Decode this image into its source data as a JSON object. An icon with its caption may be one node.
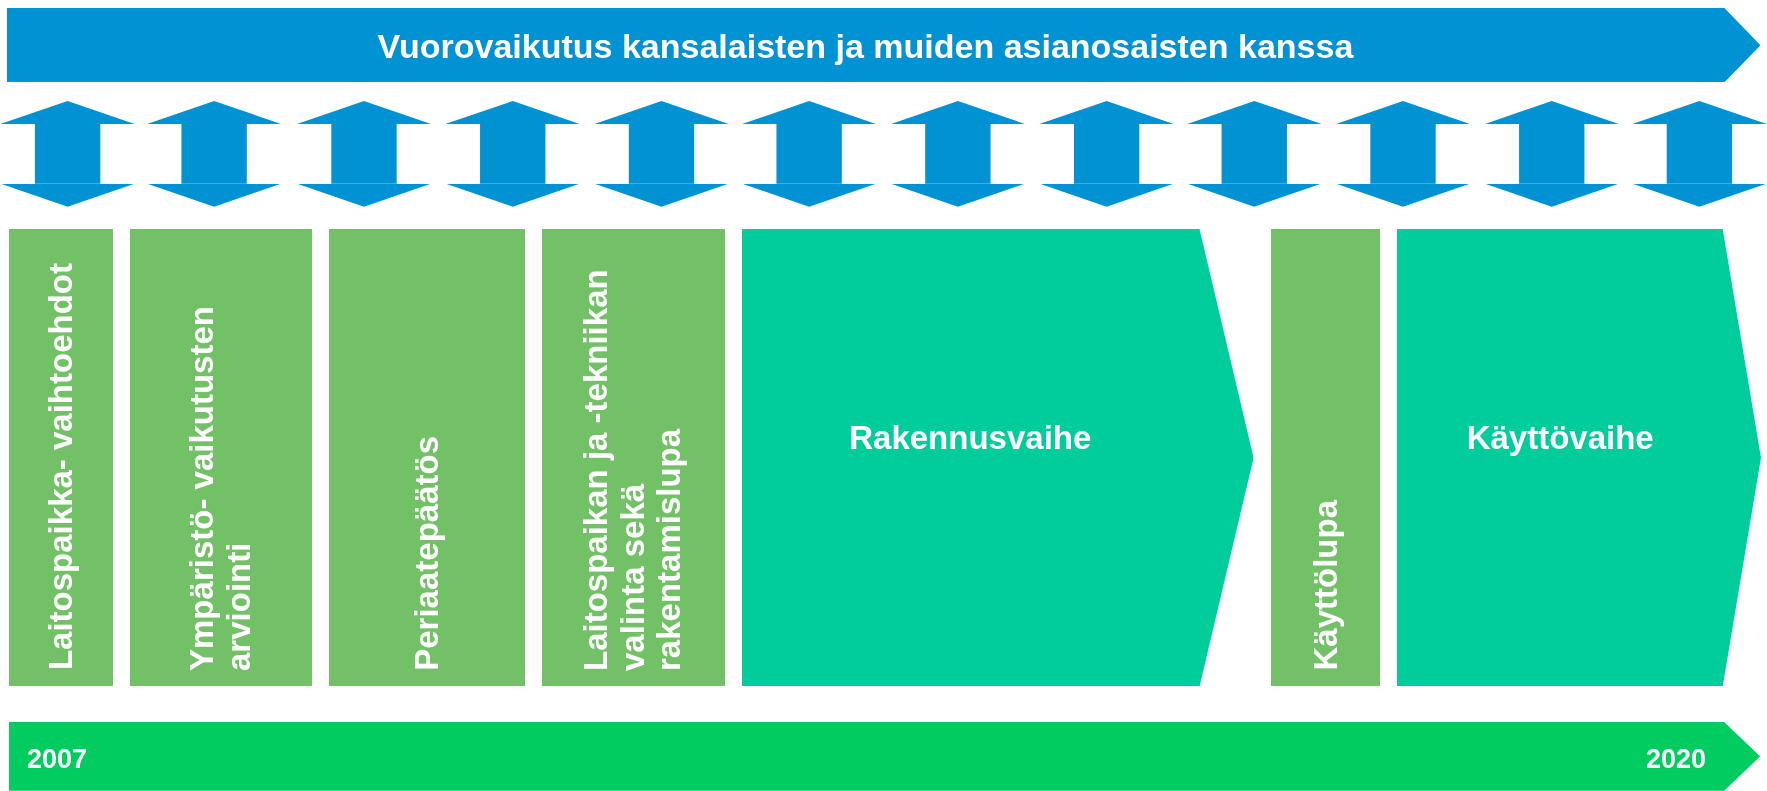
{
  "diagram": {
    "nodes": [
      {
        "text": [
          "Vuorovaikutus kansalaisten ja muiden asianosaisten kanssa"
        ]
      },
      {
        "text": [
          "Laitospaikka- vaihtoehdot"
        ]
      },
      {
        "text": [
          "Ympäristö- vaikutusten arviointi"
        ]
      },
      {
        "text": [
          "Periaatepäätös"
        ]
      },
      {
        "text": [
          "Laitospaikan ja -tekniikan valinta sekä rakentamislupa"
        ]
      },
      {
        "text": [
          "Rakennusvaihe"
        ]
      },
      {
        "text": [
          "Käyttölupa"
        ]
      },
      {
        "text": [
          "Käyttövaihe"
        ]
      },
      {
        "text": [
          "2007",
          "2020"
        ]
      }
    ],
    "edges": [
      {
        "from": 0,
        "to": 1,
        "arrow": "both"
      },
      {
        "from": 0,
        "to": 2,
        "arrow": "both"
      },
      {
        "from": 0,
        "to": 3,
        "arrow": "both"
      },
      {
        "from": 0,
        "to": 4,
        "arrow": "both"
      },
      {
        "from": 0,
        "to": 4,
        "arrow": "both"
      },
      {
        "from": 0,
        "to": 5,
        "arrow": "both"
      },
      {
        "from": 0,
        "to": 5,
        "arrow": "both"
      },
      {
        "from": 0,
        "to": 5,
        "arrow": "both"
      },
      {
        "from": 0,
        "to": 6,
        "arrow": "both"
      },
      {
        "from": 0,
        "to": 7,
        "arrow": "both"
      },
      {
        "from": 0,
        "to": 7,
        "arrow": "both"
      },
      {
        "from": 0,
        "to": 7,
        "arrow": "both"
      }
    ]
  }
}
